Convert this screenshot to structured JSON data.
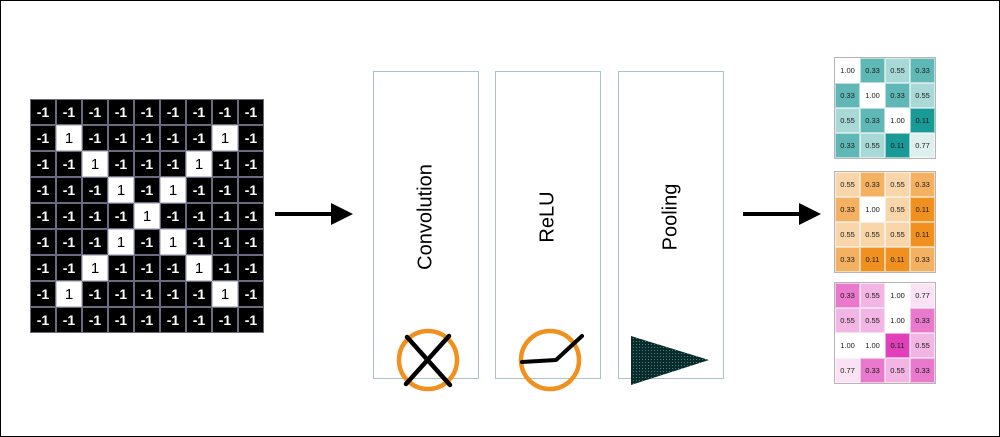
{
  "input": {
    "cells": [
      [
        "-1",
        "-1",
        "-1",
        "-1",
        "-1",
        "-1",
        "-1",
        "-1",
        "-1"
      ],
      [
        "-1",
        "1",
        "-1",
        "-1",
        "-1",
        "-1",
        "-1",
        "1",
        "-1"
      ],
      [
        "-1",
        "-1",
        "1",
        "-1",
        "-1",
        "-1",
        "1",
        "-1",
        "-1"
      ],
      [
        "-1",
        "-1",
        "-1",
        "1",
        "-1",
        "1",
        "-1",
        "-1",
        "-1"
      ],
      [
        "-1",
        "-1",
        "-1",
        "-1",
        "1",
        "-1",
        "-1",
        "-1",
        "-1"
      ],
      [
        "-1",
        "-1",
        "-1",
        "1",
        "-1",
        "1",
        "-1",
        "-1",
        "-1"
      ],
      [
        "-1",
        "-1",
        "1",
        "-1",
        "-1",
        "-1",
        "1",
        "-1",
        "-1"
      ],
      [
        "-1",
        "1",
        "-1",
        "-1",
        "-1",
        "-1",
        "-1",
        "1",
        "-1"
      ],
      [
        "-1",
        "-1",
        "-1",
        "-1",
        "-1",
        "-1",
        "-1",
        "-1",
        "-1"
      ]
    ]
  },
  "stages": {
    "convolution": {
      "label": "Convolution",
      "icon": "x-circle-icon"
    },
    "relu": {
      "label": "ReLU",
      "icon": "relu-curve-icon"
    },
    "pooling": {
      "label": "Pooling",
      "icon": "wedge-icon"
    }
  },
  "outputs": [
    {
      "color": "#1a9a96",
      "cells": [
        [
          "1.00",
          "0.33",
          "0.55",
          "0.33"
        ],
        [
          "0.33",
          "1.00",
          "0.33",
          "0.55"
        ],
        [
          "0.55",
          "0.33",
          "1.00",
          "0.11"
        ],
        [
          "0.33",
          "0.55",
          "0.11",
          "0.77"
        ]
      ]
    },
    {
      "color": "#f0901e",
      "cells": [
        [
          "0.55",
          "0.33",
          "0.55",
          "0.33"
        ],
        [
          "0.33",
          "1.00",
          "0.55",
          "0.11"
        ],
        [
          "0.55",
          "0.55",
          "0.55",
          "0.11"
        ],
        [
          "0.33",
          "0.11",
          "0.11",
          "0.33"
        ]
      ]
    },
    {
      "color": "#e040b8",
      "cells": [
        [
          "0.33",
          "0.55",
          "1.00",
          "0.77"
        ],
        [
          "0.55",
          "0.55",
          "1.00",
          "0.33"
        ],
        [
          "1.00",
          "1.00",
          "0.11",
          "0.55"
        ],
        [
          "0.77",
          "0.33",
          "0.55",
          "0.33"
        ]
      ]
    }
  ],
  "colors": {
    "box_border": "#a9c2cc",
    "icon_ring": "#f0901e",
    "arrow": "#000000"
  }
}
